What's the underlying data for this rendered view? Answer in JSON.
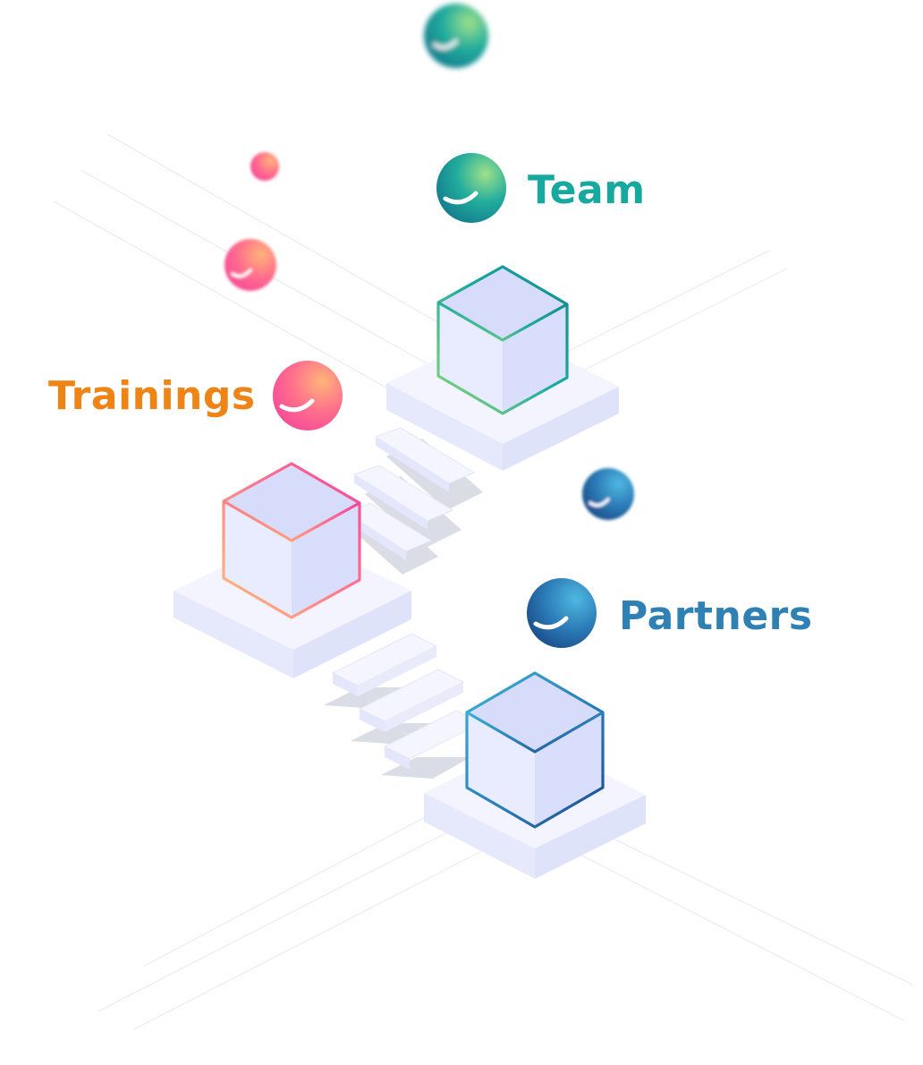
{
  "diagram": {
    "nodes": [
      {
        "id": "team",
        "label": "Team",
        "color": "#17a8a0",
        "gradient": [
          "#8ed77a",
          "#1ba99f",
          "#0f6f8f"
        ]
      },
      {
        "id": "trainings",
        "label": "Trainings",
        "color": "#ef8416",
        "gradient": [
          "#ffb26b",
          "#ff6f8e",
          "#f24f9b"
        ]
      },
      {
        "id": "partners",
        "label": "Partners",
        "color": "#2f80b3",
        "gradient": [
          "#3bb0d6",
          "#2a7fb8",
          "#1b4d8f"
        ]
      }
    ],
    "decorations": [
      {
        "name": "floating-orb",
        "tint": "teal"
      },
      {
        "name": "floating-orb",
        "tint": "pink"
      },
      {
        "name": "floating-orb",
        "tint": "pink"
      },
      {
        "name": "floating-orb",
        "tint": "blue"
      }
    ],
    "colors": {
      "platform_top": "#f3f4ff",
      "platform_side": "#e3e6fb",
      "cube_fill": "#e6e9ff",
      "guide_lines": "#e8eaf5",
      "step_shadow": "#d9dbe5"
    }
  }
}
